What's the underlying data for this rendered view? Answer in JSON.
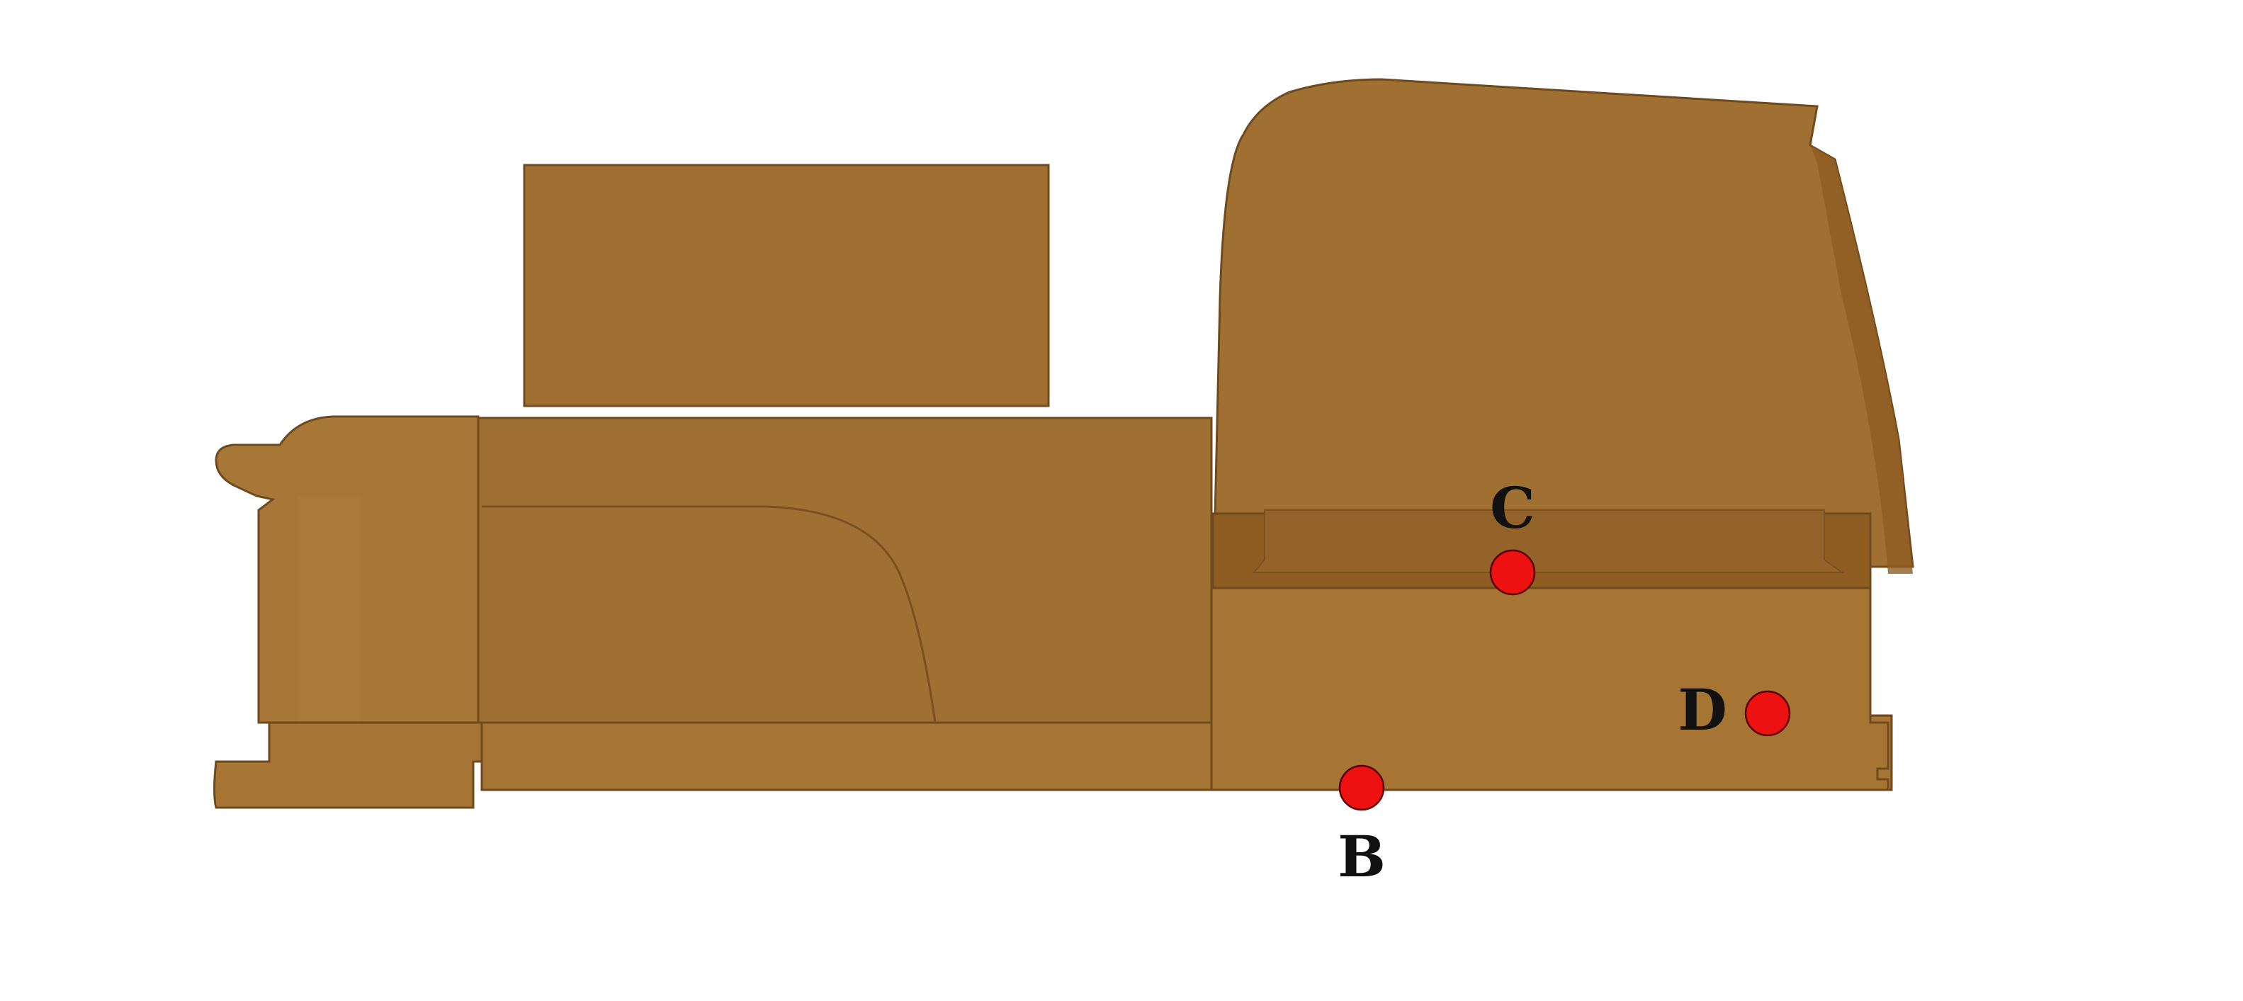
{
  "colors": {
    "body": "#a07033",
    "body_light": "#ab7a3c",
    "body_dark": "#8f5d22",
    "outline": "#6e4a1e",
    "marker": "#ee1111",
    "label": "#111111",
    "background": "#ffffff"
  },
  "points": [
    {
      "id": "C",
      "label": "C"
    },
    {
      "id": "D",
      "label": "D"
    },
    {
      "id": "B",
      "label": "B"
    }
  ]
}
